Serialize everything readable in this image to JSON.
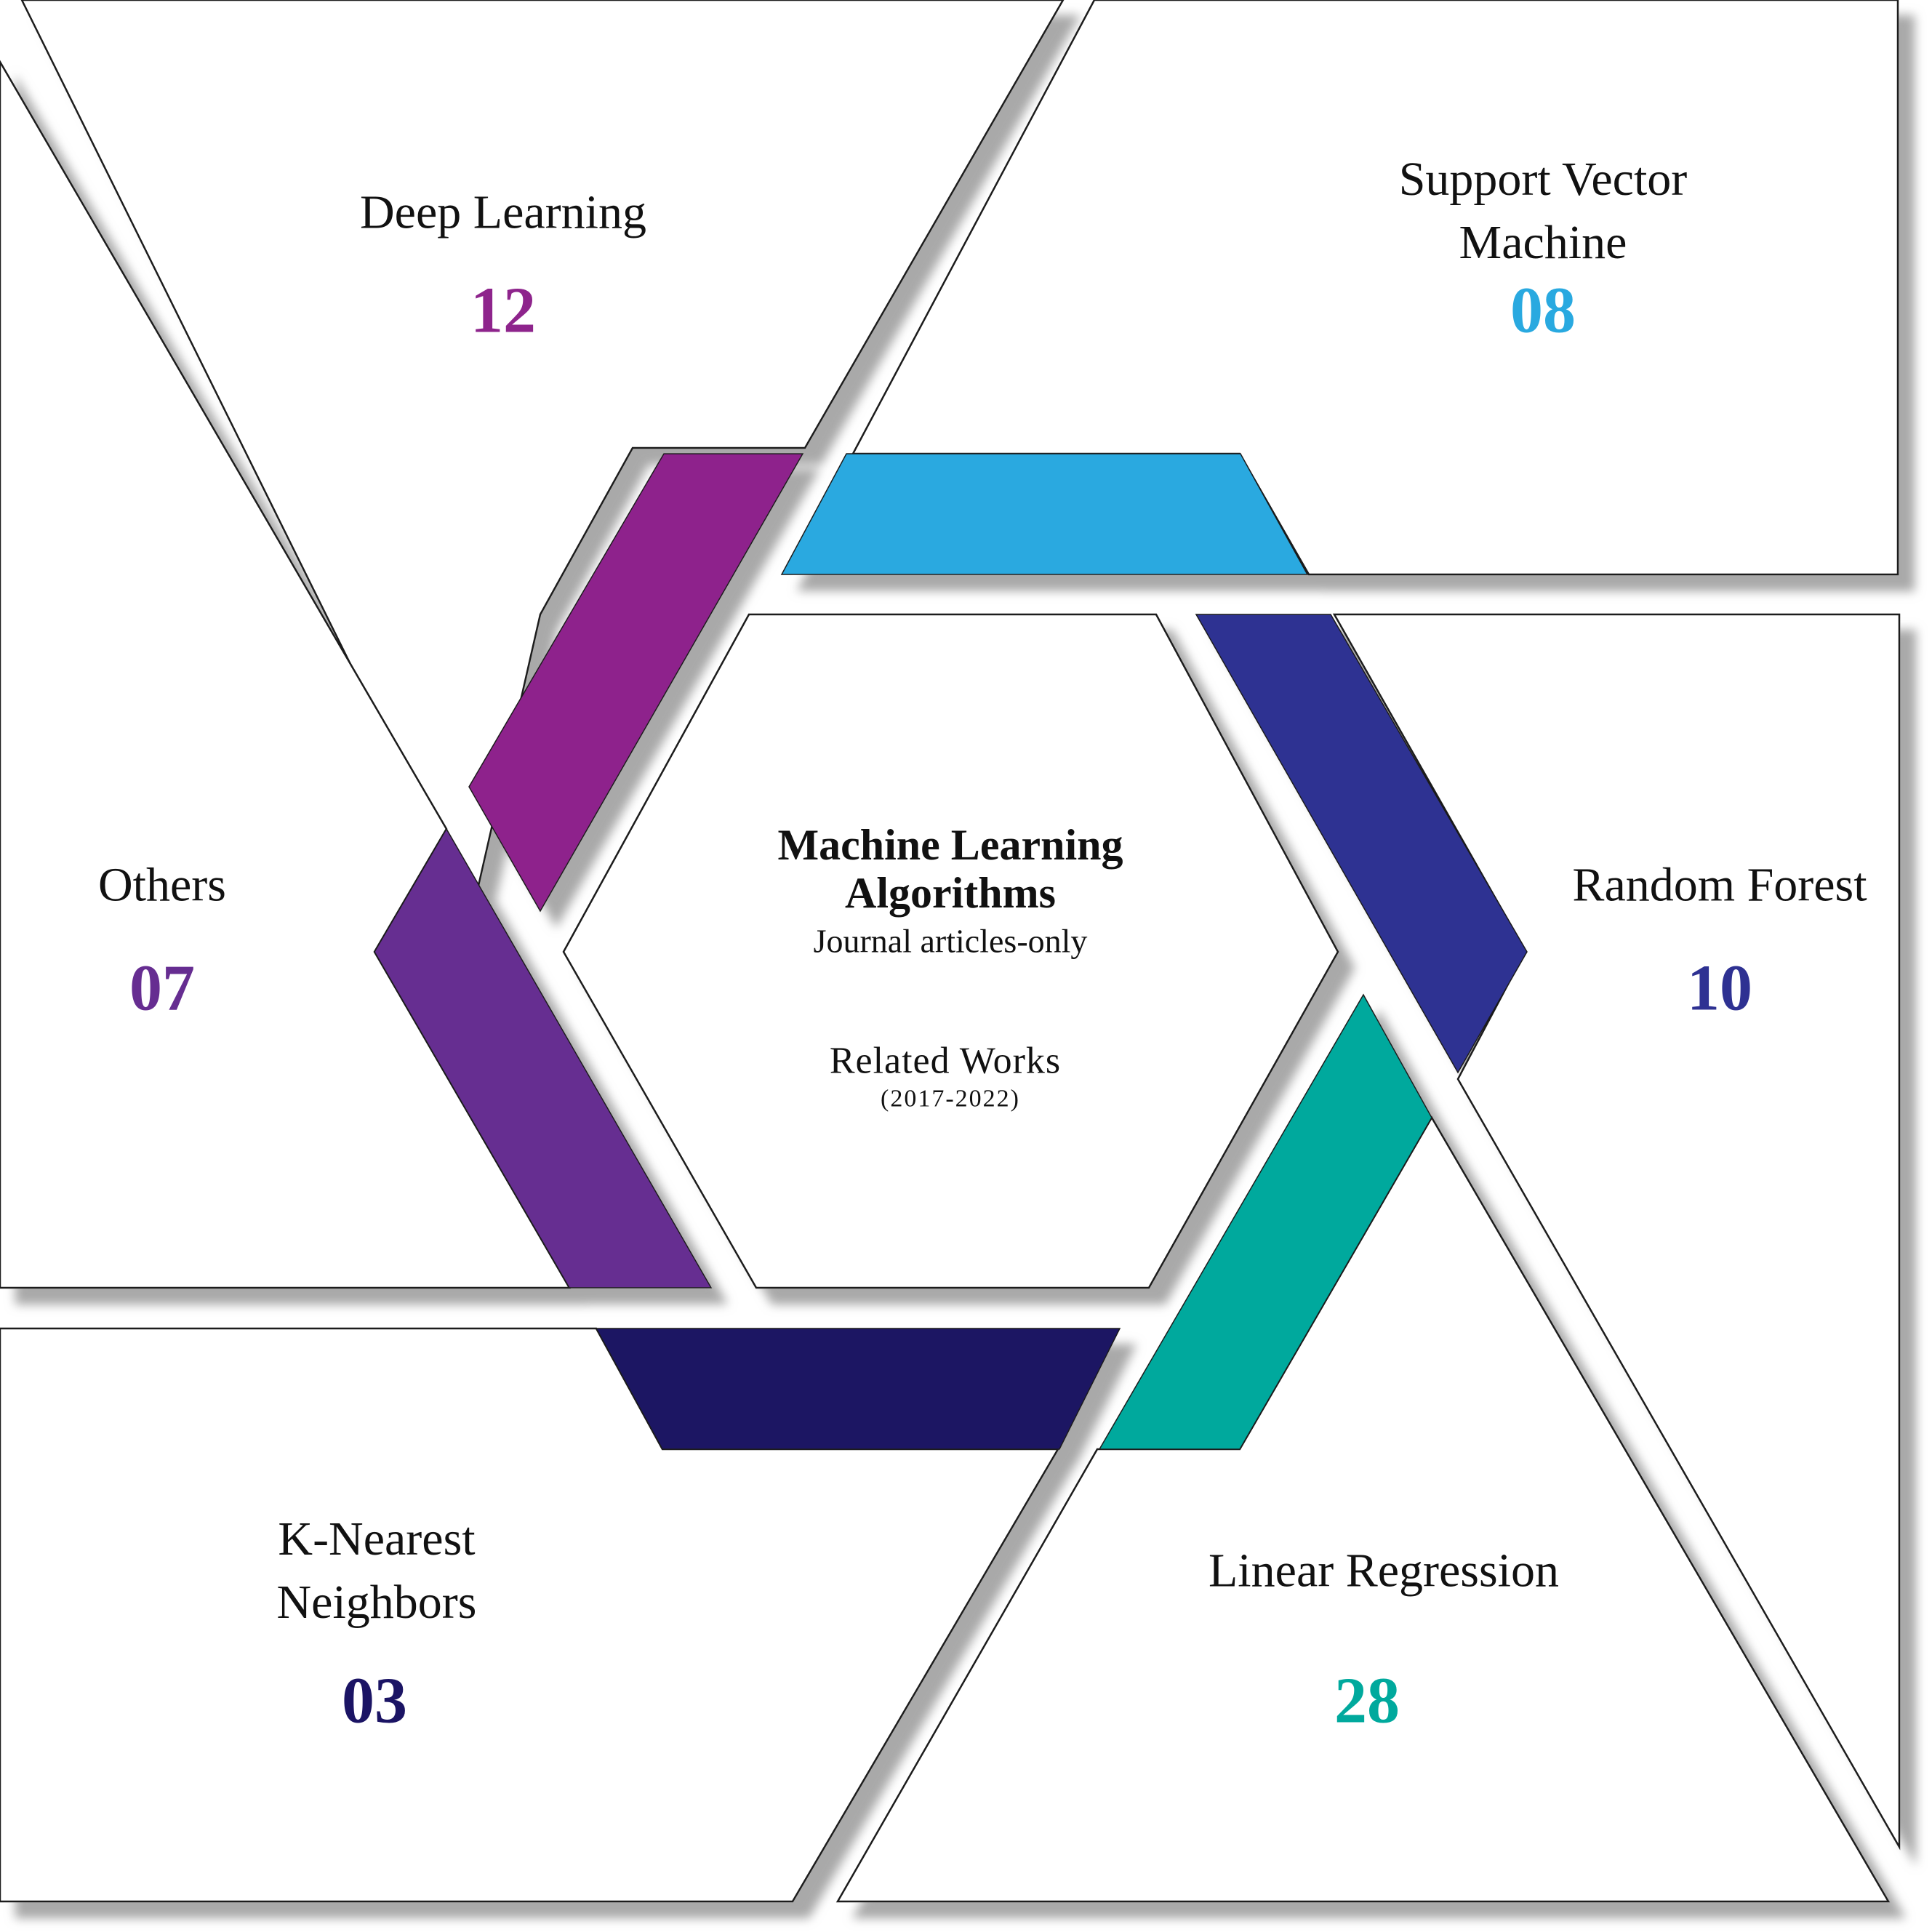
{
  "center": {
    "title": "Machine Learning Algorithms",
    "subtitle": "Journal articles-only",
    "related": "Related Works",
    "years": "(2017-2022)"
  },
  "segments": [
    {
      "key": "deep_learning",
      "label": "Deep Learning",
      "value": "12",
      "color": "#8E248C"
    },
    {
      "key": "svm",
      "label": "Support Vector Machine",
      "value": "08",
      "color": "#29A9E0"
    },
    {
      "key": "random_forest",
      "label": "Random Forest",
      "value": "10",
      "color": "#2E3192"
    },
    {
      "key": "linear_regression",
      "label": "Linear Regression",
      "value": "28",
      "color": "#00A99D"
    },
    {
      "key": "knn",
      "label": "K-Nearest Neighbors",
      "value": "03",
      "color": "#1B1464"
    },
    {
      "key": "others",
      "label": "Others",
      "value": "07",
      "color": "#662D91"
    }
  ],
  "colors": {
    "panel": "#FFFFFF",
    "outline": "#1A1A1A",
    "shadow": "#B3B3B3"
  }
}
